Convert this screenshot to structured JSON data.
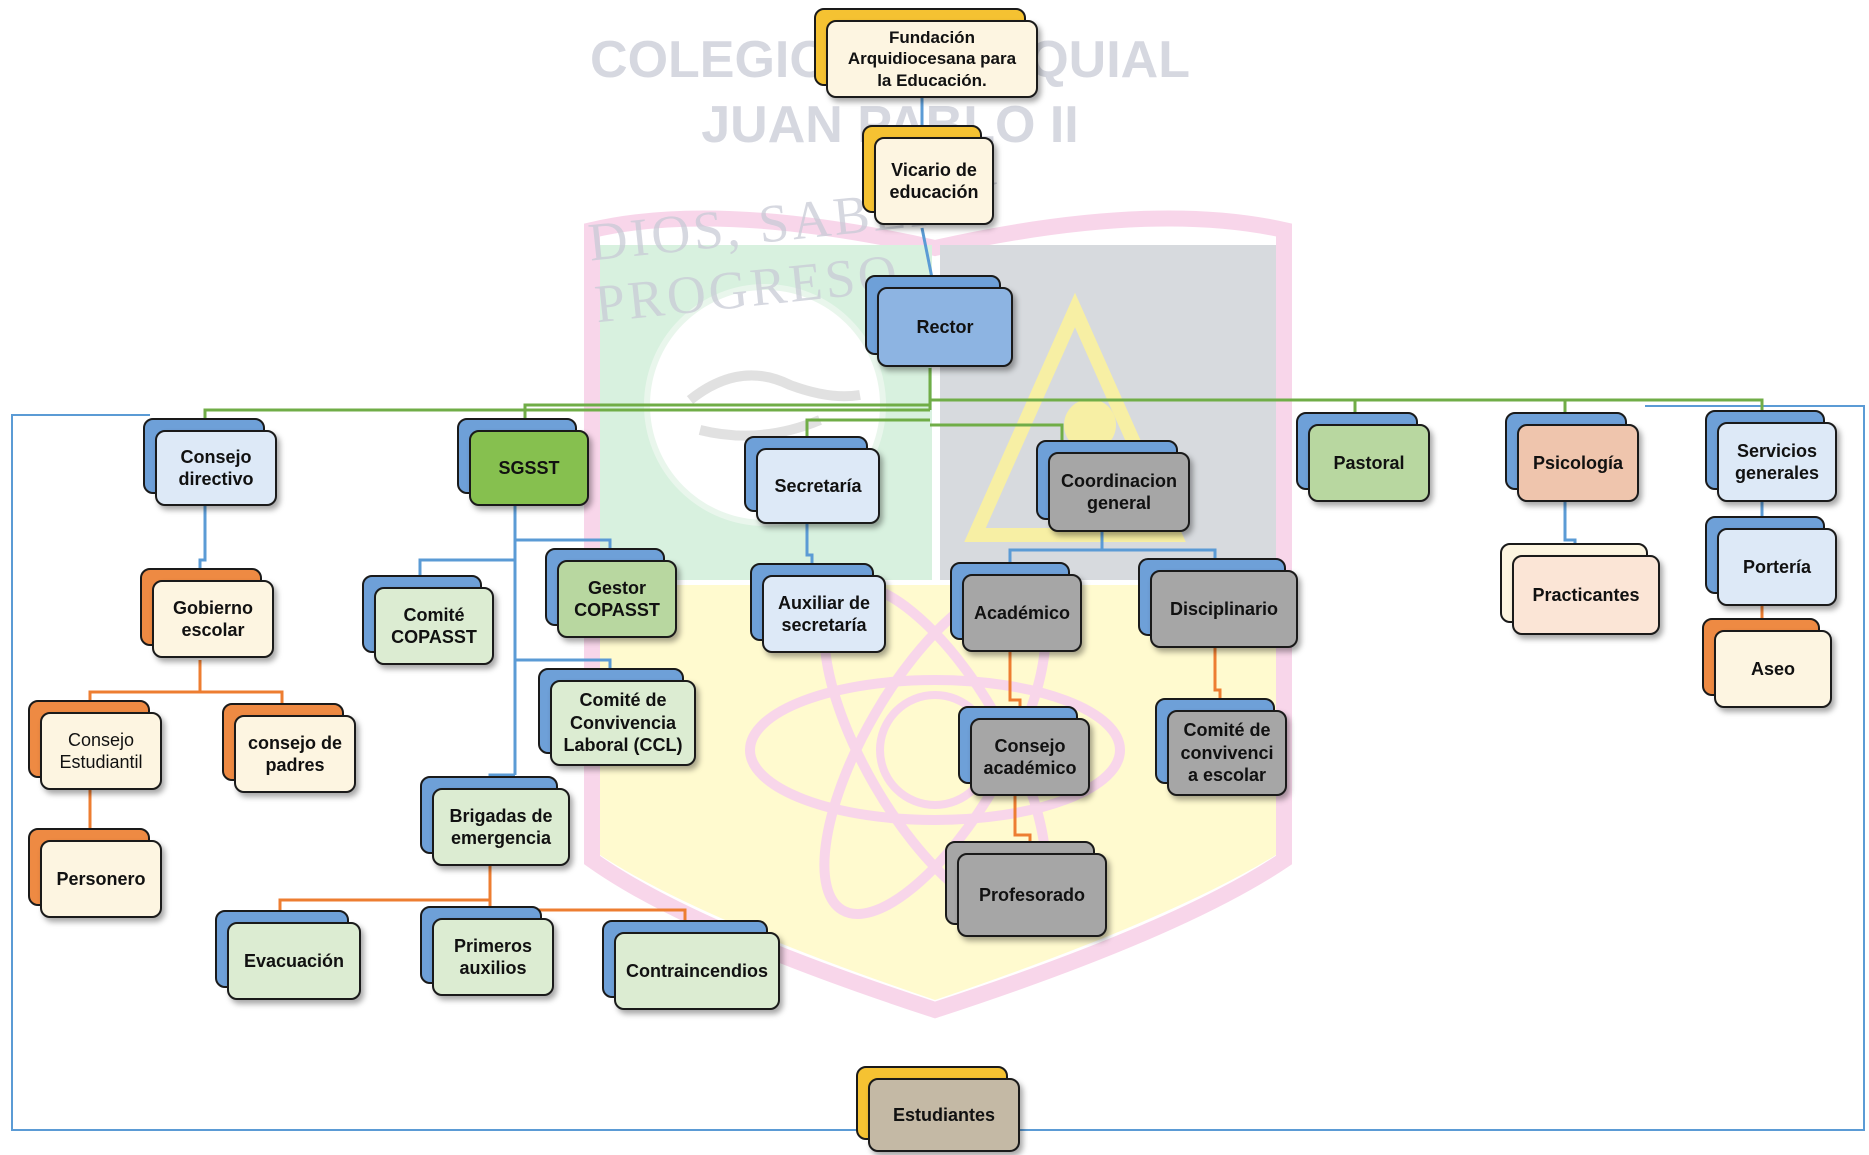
{
  "colors": {
    "yellow": "#f5c232",
    "blue": "#6ea0d8",
    "orange": "#ee8a43",
    "green": "#8cc061",
    "gray": "#8c8c8c",
    "taupe": "#a89c82",
    "front_cream": "#fdf5e1",
    "front_lightblue": "#dde9f7",
    "front_rector": "#8db4e2",
    "front_sgsst": "#86c04f",
    "front_lightgreen": "#dcecd2",
    "front_green": "#b8d7a0",
    "front_peach": "#fbe5d6",
    "front_salmon": "#efc5ad",
    "front_gray": "#a6a6a6",
    "front_taupe": "#c4b9a5",
    "line_blue": "#5b9bd5",
    "line_green": "#70ad47",
    "line_orange": "#ed7d31"
  },
  "watermark": {
    "line1": "COLEGIO PARROQUIAL",
    "line2": "JUAN PABLO II",
    "motto": "DIOS, SABER Y PROGRESO"
  },
  "nodes": {
    "fundacion": "Fundación\nArquidiocesana para\nla Educación.",
    "vicario": "Vicario de\neducación",
    "rector": "Rector",
    "consejo_directivo": "Consejo\ndirectivo",
    "sgsst": "SGSST",
    "secretaria": "Secretaría",
    "coordinacion": "Coordinacion\ngeneral",
    "pastoral": "Pastoral",
    "psicologia": "Psicología",
    "servicios": "Servicios\ngenerales",
    "gobierno": "Gobierno\nescolar",
    "consejo_estudiantil": "Consejo\nEstudiantil",
    "consejo_padres": "consejo de\npadres",
    "personero": "Personero",
    "comite_copasst": "Comité\nCOPASST",
    "gestor_copasst": "Gestor\nCOPASST",
    "comite_convivencia_laboral": "Comité de\nConvivencia\nLaboral (CCL)",
    "brigadas": "Brigadas de\nemergencia",
    "evacuacion": "Evacuación",
    "primeros_auxilios": "Primeros\nauxilios",
    "contraincendios": "Contraincendios",
    "auxiliar": "Auxiliar de\nsecretaría",
    "academico": "Académico",
    "disciplinario": "Disciplinario",
    "consejo_academico": "Consejo\nacadémico",
    "profesorado": "Profesorado",
    "comite_convivencia_escolar": "Comité de\nconvivenci\na escolar",
    "practicantes": "Practicantes",
    "porteria": "Portería",
    "aseo": "Aseo",
    "estudiantes": "Estudiantes"
  }
}
